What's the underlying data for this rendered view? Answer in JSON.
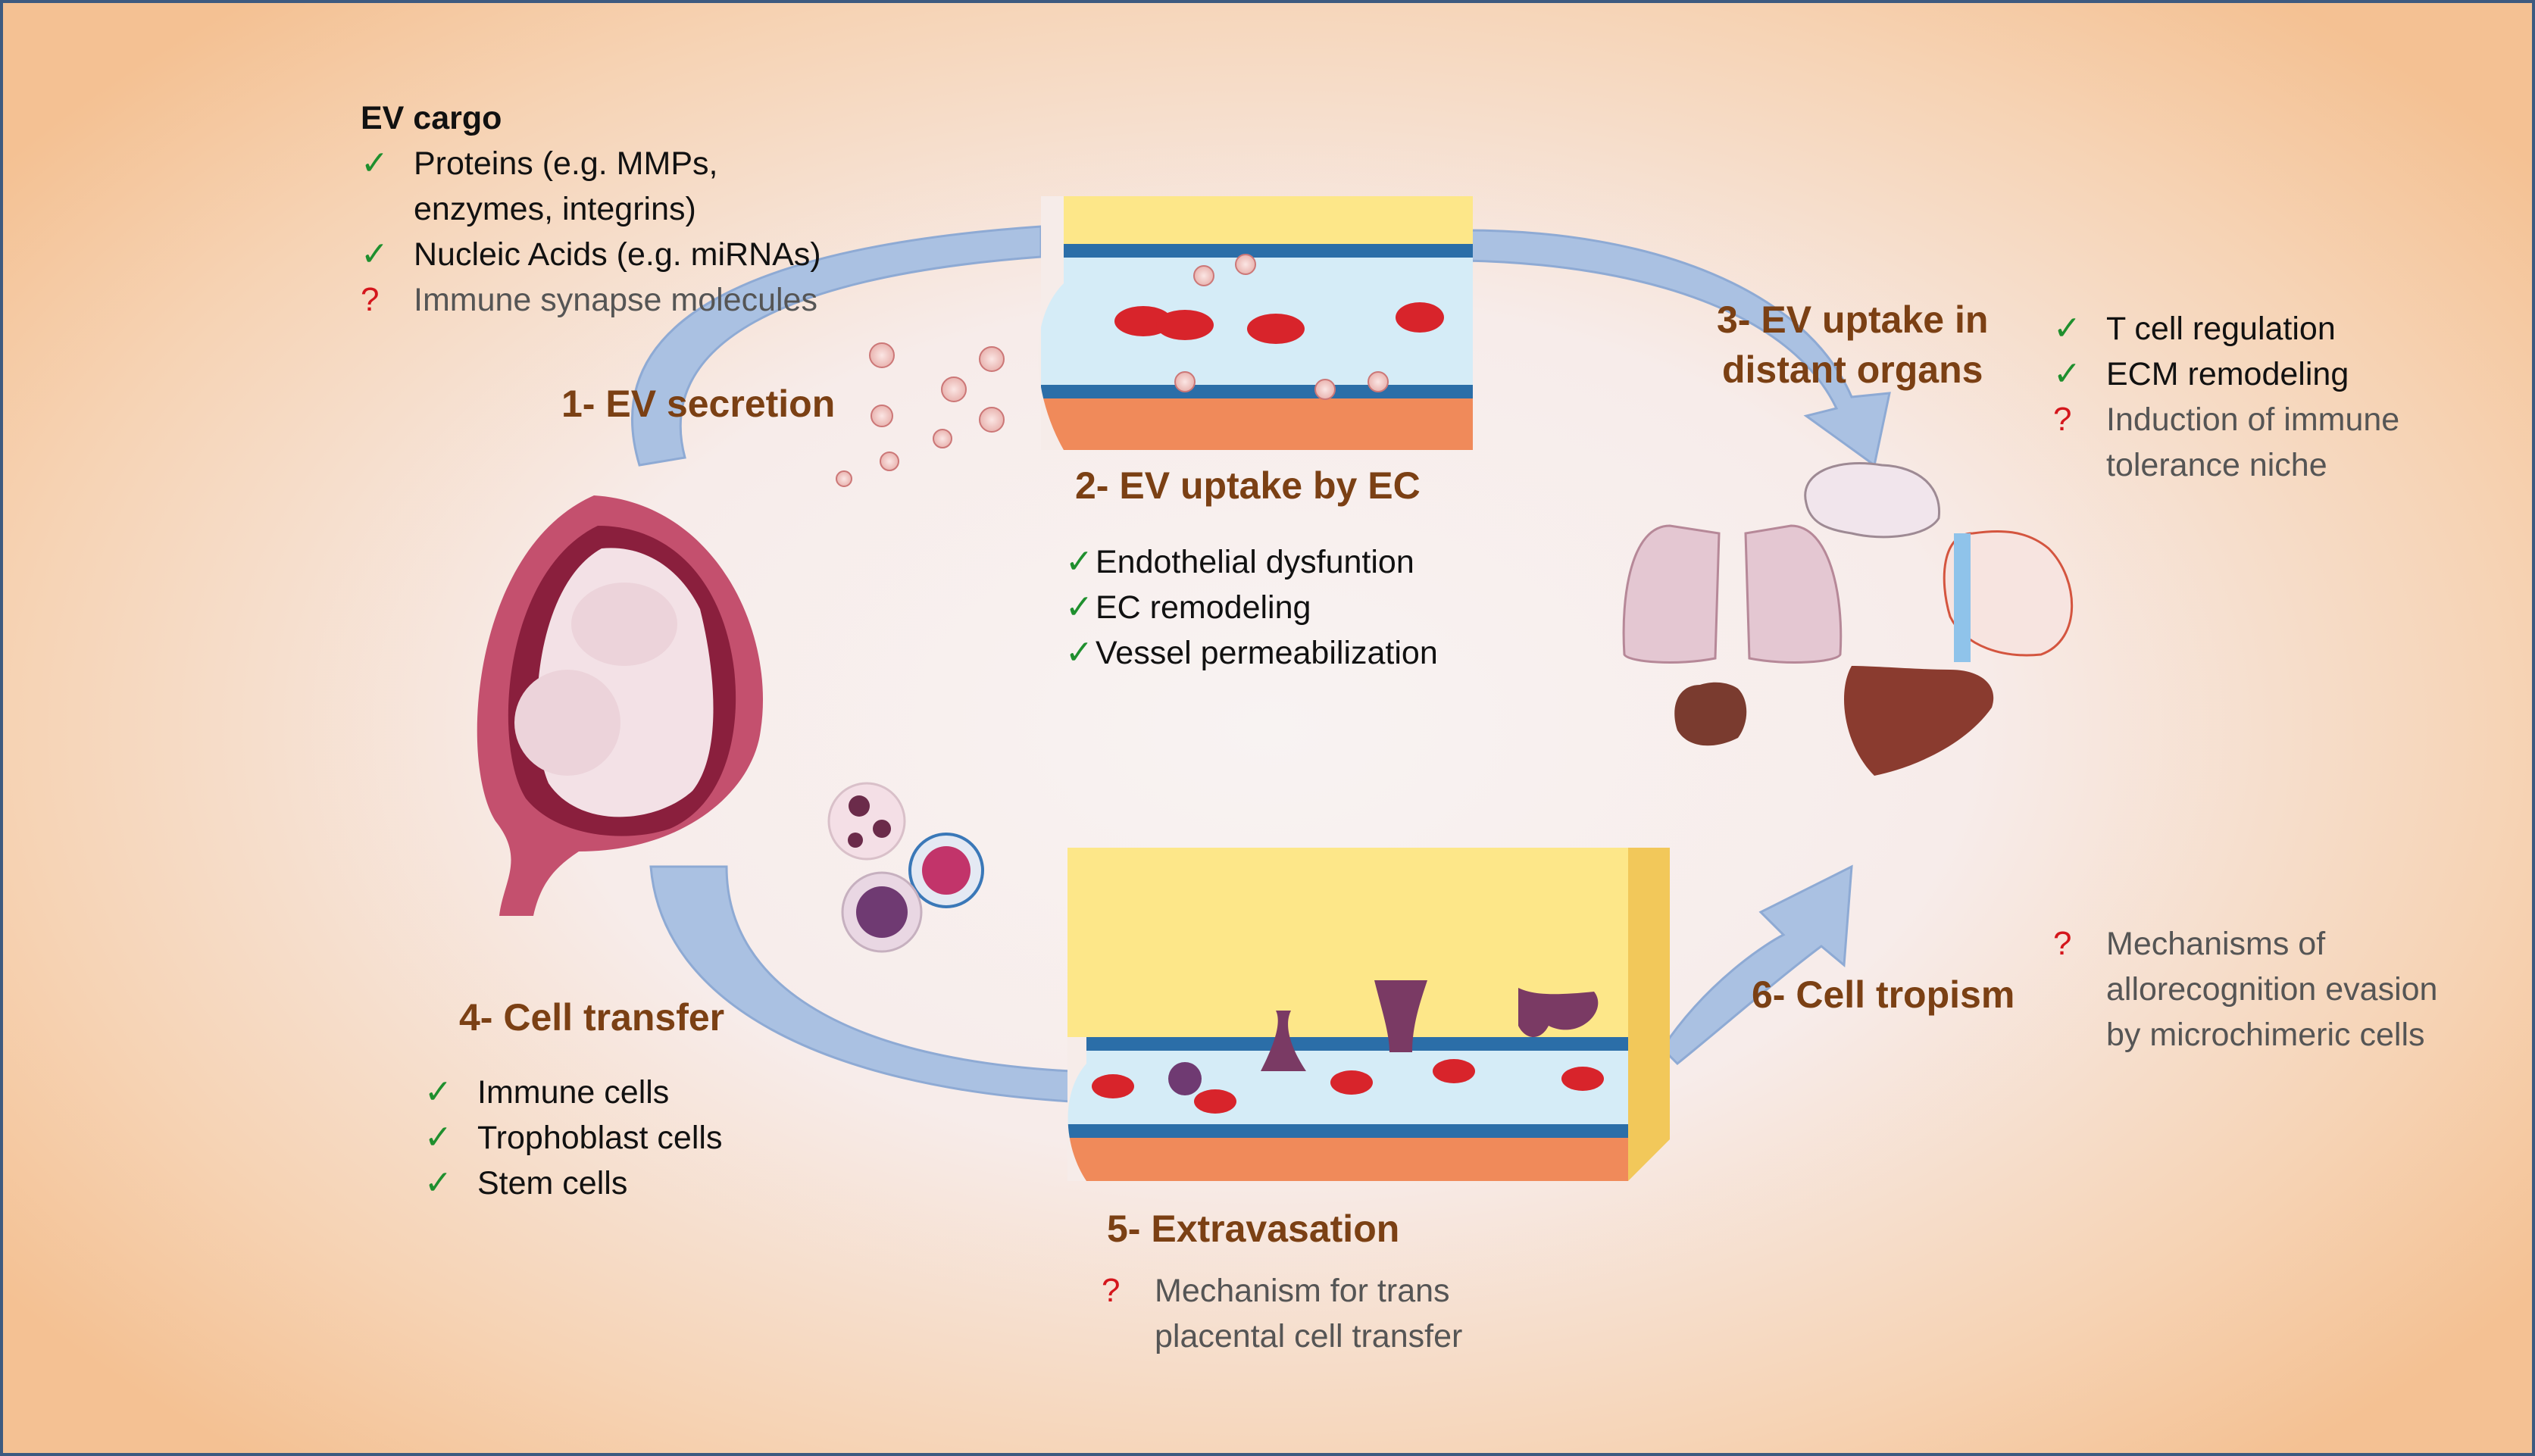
{
  "marks": {
    "check": "✓",
    "question": "?"
  },
  "colors": {
    "step_title": "#7b4014",
    "check": "#1f8f2e",
    "question": "#d4161c",
    "border": "#3d5a80",
    "arrow": "#aac1e2"
  },
  "ev_cargo": {
    "heading": "EV cargo",
    "items": [
      {
        "mark": "check",
        "lines": [
          "Proteins (e.g. MMPs,",
          "enzymes, integrins)"
        ]
      },
      {
        "mark": "check",
        "lines": [
          "Nucleic Acids (e.g. miRNAs)"
        ]
      },
      {
        "mark": "question",
        "lines": [
          "Immune synapse molecules"
        ]
      }
    ]
  },
  "steps": {
    "s1": {
      "title": "1- EV secretion"
    },
    "s2": {
      "title": "2- EV uptake by EC",
      "items": [
        "Endothelial dysfuntion",
        "EC remodeling",
        "Vessel permeabilization"
      ]
    },
    "s3": {
      "title_lines": [
        "3- EV uptake in",
        "distant organs"
      ],
      "items": [
        {
          "mark": "check",
          "lines": [
            "T cell regulation"
          ]
        },
        {
          "mark": "check",
          "lines": [
            "ECM remodeling"
          ]
        },
        {
          "mark": "question",
          "lines": [
            "Induction of immune",
            "tolerance niche"
          ]
        }
      ]
    },
    "s4": {
      "title": "4- Cell transfer",
      "items": [
        "Immune cells",
        "Trophoblast cells",
        "Stem cells"
      ]
    },
    "s5": {
      "title": "5- Extravasation",
      "items": [
        {
          "mark": "question",
          "lines": [
            "Mechanism for trans",
            "placental cell transfer"
          ]
        }
      ]
    },
    "s6": {
      "title": "6- Cell tropism",
      "items": [
        {
          "mark": "question",
          "lines": [
            "Mechanisms of",
            "allorecognition evasion",
            "by microchimeric cells"
          ]
        }
      ]
    }
  },
  "icons": [
    "uterus-fetus-icon",
    "blood-vessel-icon",
    "extracellular-vesicle-icon",
    "immune-cell-icon",
    "organs-icon",
    "lungs-icon",
    "brain-icon",
    "heart-icon",
    "kidney-icon",
    "liver-icon",
    "extravasation-vessel-icon",
    "flow-arrow-icon"
  ]
}
